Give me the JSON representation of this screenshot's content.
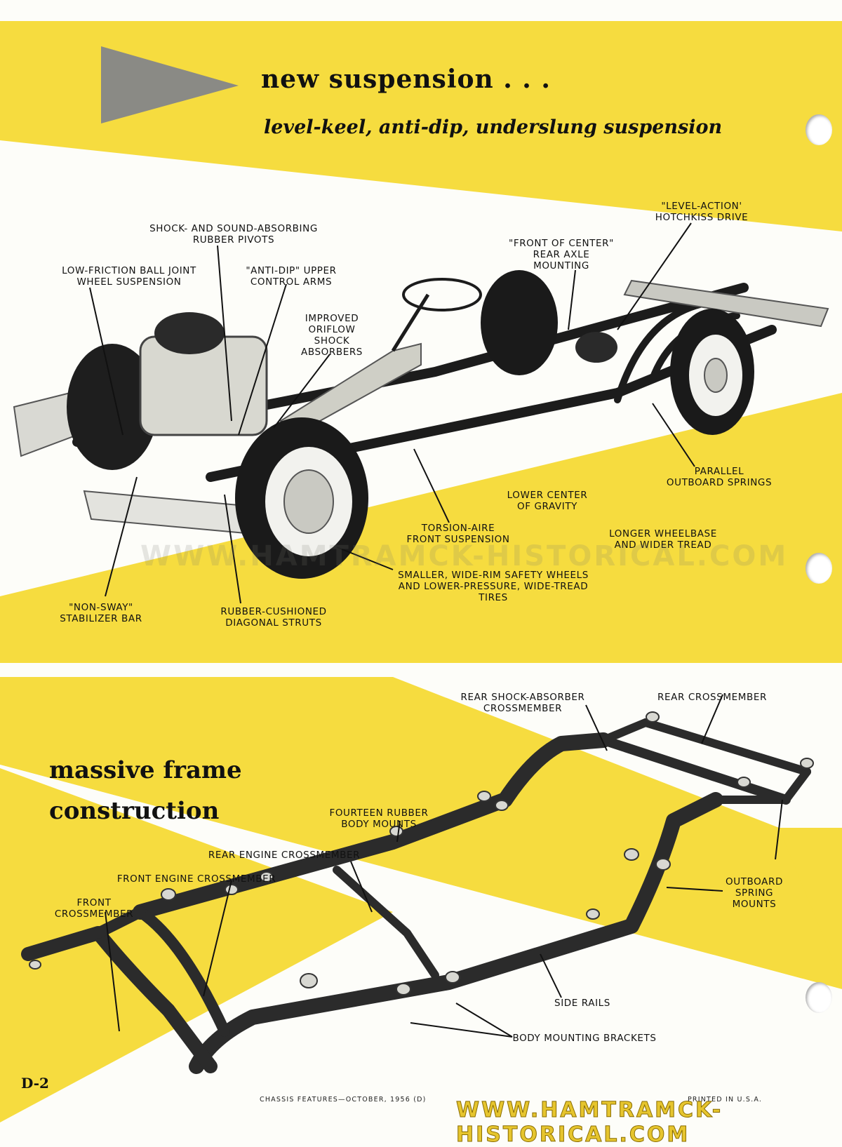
{
  "colors": {
    "yellow": "#f6dc3f",
    "ink": "#111111",
    "paper": "#fdfdf9",
    "pennant": "#8a8a85"
  },
  "top_section": {
    "title": "new suspension . . .",
    "subtitle": "level-keel, anti-dip, underslung suspension",
    "illustration": "chassis-photo",
    "callouts": [
      "SHOCK- AND SOUND-ABSORBING\nRUBBER PIVOTS",
      "LOW-FRICTION BALL JOINT\nWHEEL SUSPENSION",
      "\"ANTI-DIP\" UPPER\nCONTROL ARMS",
      "IMPROVED\nORIFLOW\nSHOCK\nABSORBERS",
      "\"FRONT OF CENTER\"\nREAR AXLE\nMOUNTING",
      "\"LEVEL-ACTION'\nHOTCHKISS DRIVE",
      "PARALLEL\nOUTBOARD SPRINGS",
      "LOWER CENTER\nOF GRAVITY",
      "TORSION-AIRE\nFRONT SUSPENSION",
      "LONGER WHEELBASE\nAND WIDER TREAD",
      "SMALLER, WIDE-RIM SAFETY WHEELS\nAND LOWER-PRESSURE, WIDE-TREAD TIRES",
      "\"NON-SWAY\"\nSTABILIZER BAR",
      "RUBBER-CUSHIONED\nDIAGONAL STRUTS"
    ]
  },
  "bottom_section": {
    "title_line1": "massive frame",
    "title_line2": "construction",
    "illustration": "frame-photo",
    "callouts": [
      "REAR SHOCK-ABSORBER\nCROSSMEMBER",
      "REAR CROSSMEMBER",
      "FOURTEEN RUBBER\nBODY MOUNTS",
      "REAR ENGINE CROSSMEMBER",
      "FRONT ENGINE CROSSMEMBER",
      "FRONT\nCROSSMEMBER",
      "OUTBOARD\nSPRING\nMOUNTS",
      "SIDE RAILS",
      "BODY MOUNTING BRACKETS"
    ]
  },
  "footer": {
    "page_id": "D-2",
    "chassis_note": "CHASSIS FEATURES—OCTOBER, 1956    (D)",
    "printed": "PRINTED IN U.S.A."
  },
  "watermarks": {
    "center": "WWW.HAMTRAMCK-HISTORICAL.COM",
    "bottom": "WWW.HAMTRAMCK-HISTORICAL.COM"
  }
}
